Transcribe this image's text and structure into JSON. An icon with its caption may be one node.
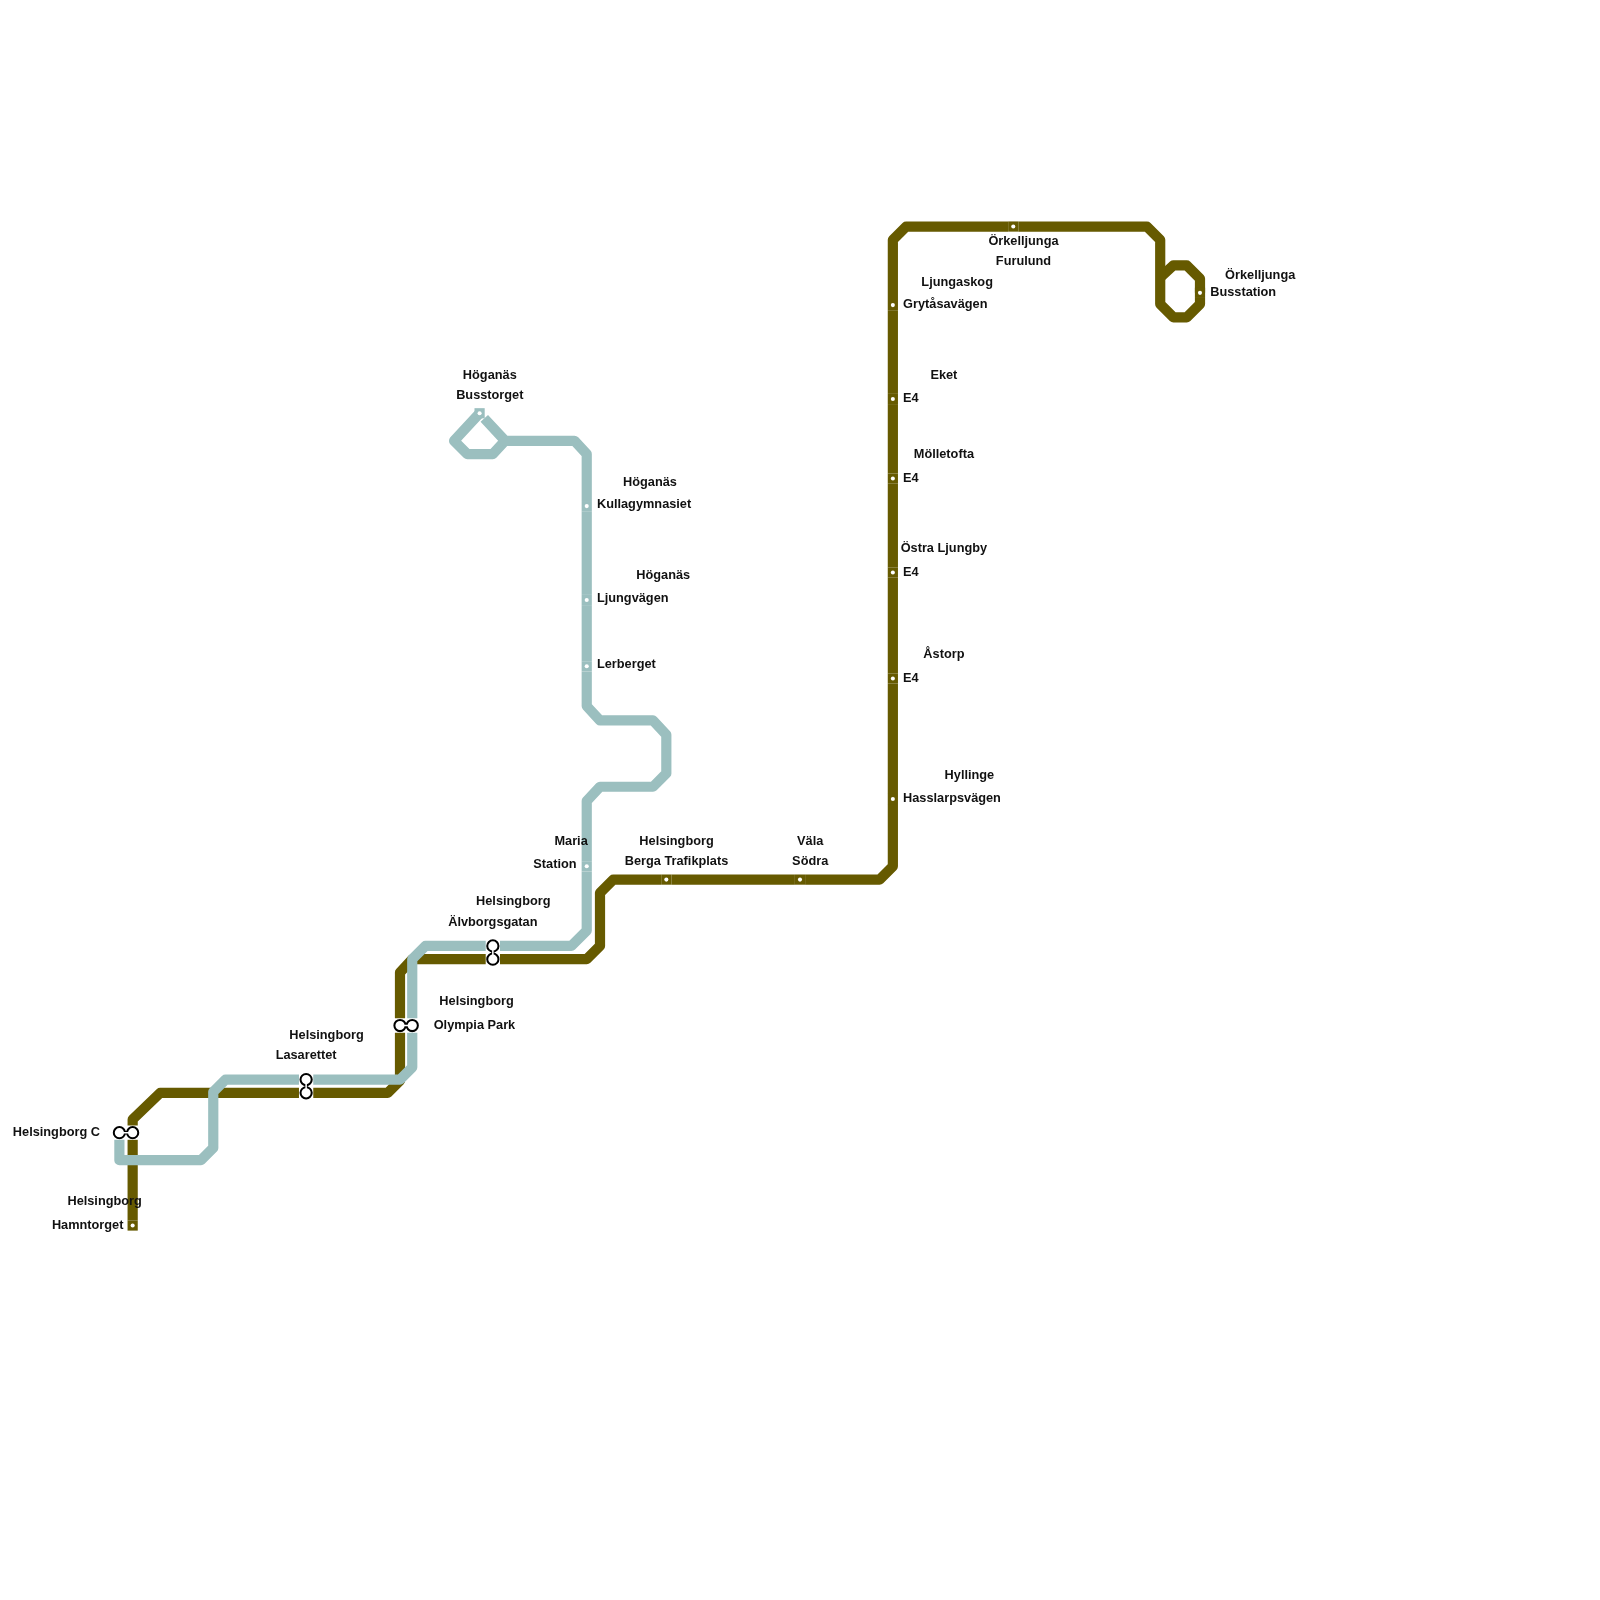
{
  "diagram": {
    "nodes": [
      {
        "text": [],
        "shape": "circle",
        "beside": [
          "Helsingborg",
          "Hamntorget"
        ]
      },
      {
        "text": [],
        "shape": "circle",
        "beside": [
          "Helsingborg C"
        ]
      },
      {
        "text": [],
        "shape": "circle",
        "beside": [
          "Helsingborg",
          "Lasarettet"
        ]
      },
      {
        "text": [],
        "shape": "circle",
        "beside": [
          "Helsingborg",
          "Olympia Park"
        ]
      },
      {
        "text": [],
        "shape": "circle",
        "beside": [
          "Helsingborg",
          "Älvborgsgatan"
        ]
      },
      {
        "text": [],
        "shape": "circle",
        "beside": [
          "Maria",
          "Station"
        ]
      },
      {
        "text": [],
        "shape": "circle",
        "beside": [
          "Lerberget"
        ]
      },
      {
        "text": [],
        "shape": "circle",
        "beside": [
          "Höganäs",
          "Ljungvägen"
        ]
      },
      {
        "text": [],
        "shape": "circle",
        "beside": [
          "Höganäs",
          "Kullagymnasiet"
        ]
      },
      {
        "text": [],
        "shape": "circle",
        "beside": [
          "Höganäs",
          "Busstorget"
        ]
      },
      {
        "text": [],
        "shape": "circle",
        "beside": [
          "Helsingborg",
          "Berga Trafikplats"
        ]
      },
      {
        "text": [],
        "shape": "circle",
        "beside": [
          "Väla",
          "Södra"
        ]
      },
      {
        "text": [],
        "shape": "circle",
        "beside": [
          "Hyllinge",
          "Hasslarpsvägen"
        ]
      },
      {
        "text": [],
        "shape": "circle",
        "beside": [
          "Åstorp",
          "E4"
        ]
      },
      {
        "text": [],
        "shape": "circle",
        "beside": [
          "Östra Ljungby",
          "E4"
        ]
      },
      {
        "text": [],
        "shape": "circle",
        "beside": [
          "Mölletofta",
          "E4"
        ]
      },
      {
        "text": [],
        "shape": "circle",
        "beside": [
          "Eket",
          "E4"
        ]
      },
      {
        "text": [],
        "shape": "circle",
        "beside": [
          "Ljungaskog",
          "Grytåsavägen"
        ]
      },
      {
        "text": [],
        "shape": "circle",
        "beside": [
          "Örkelljunga",
          "Furulund"
        ]
      },
      {
        "text": [],
        "shape": "circle",
        "beside": [
          "Örkelljunga",
          "Busstation"
        ]
      }
    ],
    "edges": [
      {
        "from": 0,
        "to": 1,
        "arrow": "none"
      },
      {
        "from": 1,
        "to": 2,
        "arrow": "none"
      },
      {
        "from": 2,
        "to": 3,
        "arrow": "none"
      },
      {
        "from": 3,
        "to": 4,
        "arrow": "none"
      },
      {
        "from": 4,
        "to": 10,
        "arrow": "none"
      },
      {
        "from": 10,
        "to": 11,
        "arrow": "none"
      },
      {
        "from": 11,
        "to": 12,
        "arrow": "none"
      },
      {
        "from": 12,
        "to": 13,
        "arrow": "none"
      },
      {
        "from": 13,
        "to": 14,
        "arrow": "none"
      },
      {
        "from": 14,
        "to": 15,
        "arrow": "none"
      },
      {
        "from": 15,
        "to": 16,
        "arrow": "none"
      },
      {
        "from": 16,
        "to": 17,
        "arrow": "none"
      },
      {
        "from": 17,
        "to": 18,
        "arrow": "none"
      },
      {
        "from": 18,
        "to": 19,
        "arrow": "none"
      },
      {
        "from": 1,
        "to": 2,
        "arrow": "none",
        "color": "#9bbfbf"
      },
      {
        "from": 2,
        "to": 3,
        "arrow": "none",
        "color": "#9bbfbf"
      },
      {
        "from": 3,
        "to": 4,
        "arrow": "none",
        "color": "#9bbfbf"
      },
      {
        "from": 4,
        "to": 5,
        "arrow": "none",
        "color": "#9bbfbf"
      },
      {
        "from": 5,
        "to": 6,
        "arrow": "none",
        "color": "#9bbfbf"
      },
      {
        "from": 6,
        "to": 7,
        "arrow": "none",
        "color": "#9bbfbf"
      },
      {
        "from": 7,
        "to": 8,
        "arrow": "none",
        "color": "#9bbfbf"
      },
      {
        "from": 8,
        "to": 9,
        "arrow": "none",
        "color": "#9bbfbf"
      }
    ]
  }
}
